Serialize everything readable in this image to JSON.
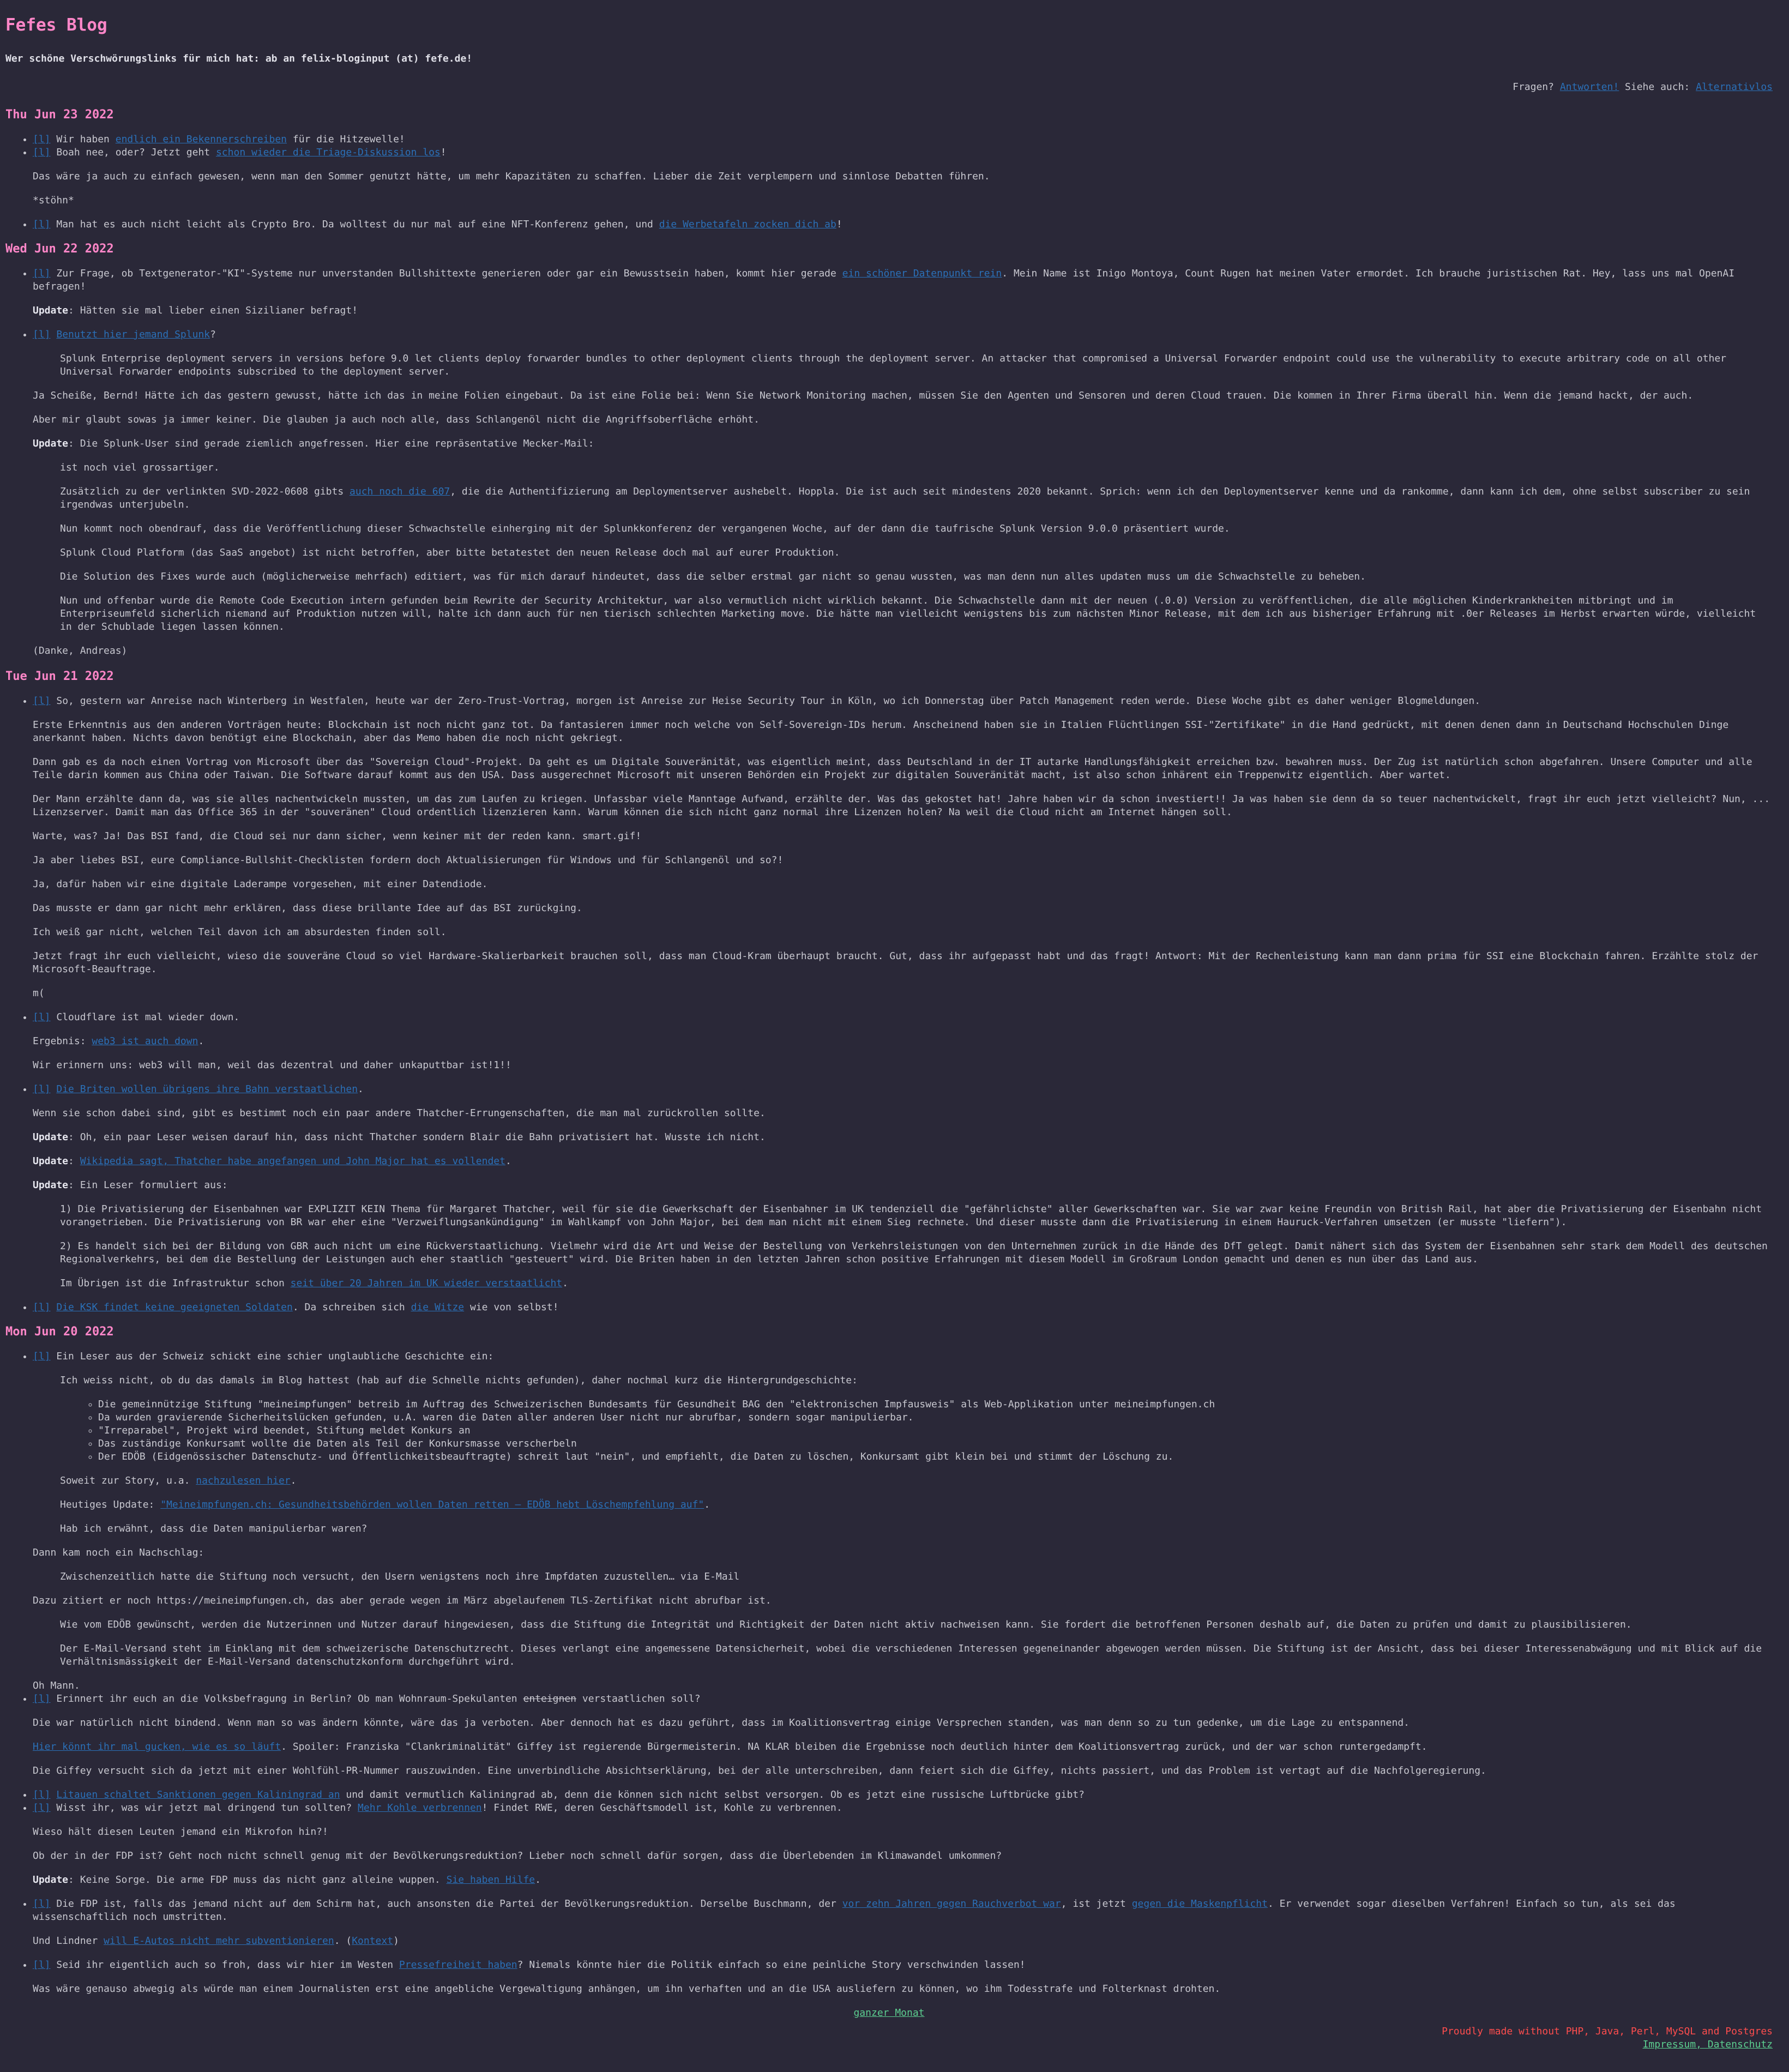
{
  "header": {
    "title": "Fefes Blog",
    "tagline": "Wer schöne Verschwörungslinks für mich hat: ab an felix-bloginput (at) fefe.de!",
    "questions": "Fragen?",
    "answers_link": "Antworten!",
    "see_also": "Siehe auch:",
    "alternatives_link": "Alternativlos"
  },
  "perma": "[l]",
  "d1": {
    "date": "Thu Jun 23 2022",
    "p1_a": "Wir haben ",
    "p1_link": "endlich ein Bekennerschreiben",
    "p1_b": " für die Hitzewelle!",
    "p2_a": "Boah nee, oder? Jetzt geht ",
    "p2_link": "schon wieder die Triage-Diskussion los",
    "p2_b": "!",
    "p2_para1": "Das wäre ja auch zu einfach gewesen, wenn man den Sommer genutzt hätte, um mehr Kapazitäten zu schaffen. Lieber die Zeit verplempern und sinnlose Debatten führen.",
    "p2_para2": "*stöhn*",
    "p3_a": "Man hat es auch nicht leicht als Crypto Bro. Da wolltest du nur mal auf eine NFT-Konferenz gehen, und ",
    "p3_link": "die Werbetafeln zocken dich ab",
    "p3_b": "!"
  },
  "d2": {
    "date": "Wed Jun 22 2022",
    "p1_a": "Zur Frage, ob Textgenerator-\"KI\"-Systeme nur unverstanden Bullshittexte generieren oder gar ein Bewusstsein haben, kommt hier gerade ",
    "p1_link": "ein schöner Datenpunkt rein",
    "p1_b": ". Mein Name ist Inigo Montoya, Count Rugen hat meinen Vater ermordet. Ich brauche juristischen Rat. Hey, lass uns mal OpenAI befragen!",
    "update_label": "Update",
    "p1_update": ": Hätten sie mal lieber einen Sizilianer befragt!",
    "p2_link": "Benutzt hier jemand Splunk",
    "p2_b": "?",
    "p2_quote": "Splunk Enterprise deployment servers in versions before 9.0 let clients deploy forwarder bundles to other deployment clients through the deployment server. An attacker that compromised a Universal Forwarder endpoint could use the vulnerability to execute arbitrary code on all other Universal Forwarder endpoints subscribed to the deployment server.",
    "p2_para1": "Ja Scheiße, Bernd! Hätte ich das gestern gewusst, hätte ich das in meine Folien eingebaut. Da ist eine Folie bei: Wenn Sie Network Monitoring machen, müssen Sie den Agenten und Sensoren und deren Cloud trauen. Die kommen in Ihrer Firma überall hin. Wenn die jemand hackt, der auch.",
    "p2_para2": "Aber mir glaubt sowas ja immer keiner. Die glauben ja auch noch alle, dass Schlangenöl nicht die Angriffsoberfläche erhöht.",
    "p2_update": ": Die Splunk-User sind gerade ziemlich angefressen. Hier eine repräsentative Mecker-Mail:",
    "mail1": "ist noch viel grossartiger.",
    "mail2_a": "Zusätzlich zu der verlinkten SVD-2022-0608 gibts ",
    "mail2_link": "auch noch die 607",
    "mail2_b": ", die die Authentifizierung am Deploymentserver aushebelt. Hoppla. Die ist auch seit mindestens 2020 bekannt. Sprich: wenn ich den Deploymentserver kenne und da rankomme, dann kann ich dem, ohne selbst subscriber zu sein irgendwas unterjubeln.",
    "mail3": "Nun kommt noch obendrauf, dass die Veröffentlichung dieser Schwachstelle einherging mit der Splunkkonferenz der vergangenen Woche, auf der dann die taufrische Splunk Version 9.0.0 präsentiert wurde.",
    "mail4": "Splunk Cloud Platform (das SaaS angebot) ist nicht betroffen, aber bitte betatestet den neuen Release doch mal auf eurer Produktion.",
    "mail5": "Die Solution des Fixes wurde auch (möglicherweise mehrfach) editiert, was für mich darauf hindeutet, dass die selber erstmal gar nicht so genau wussten, was man denn nun alles updaten muss um die Schwachstelle zu beheben.",
    "mail6": "Nun und offenbar wurde die Remote Code Execution intern gefunden beim Rewrite der Security Architektur, war also vermutlich nicht wirklich bekannt. Die Schwachstelle dann mit der neuen (.0.0) Version zu veröffentlichen, die alle möglichen Kinderkrankheiten mitbringt und im Enterpriseumfeld sicherlich niemand auf Produktion nutzen will, halte ich dann auch für nen tierisch schlechten Marketing move. Die hätte man vielleicht wenigstens bis zum nächsten Minor Release, mit dem ich aus bisheriger Erfahrung mit .0er Releases im Herbst erwarten würde, vielleicht in der Schublade liegen lassen können.",
    "thanks": "(Danke, Andreas)"
  },
  "d3": {
    "date": "Tue Jun 21 2022",
    "p1_a": "So, gestern war Anreise nach Winterberg in Westfalen, heute war der Zero-Trust-Vortrag, morgen ist Anreise zur Heise Security Tour in Köln, wo ich Donnerstag über Patch Management reden werde. Diese Woche gibt es daher weniger Blogmeldungen.",
    "p1_para1": "Erste Erkenntnis aus den anderen Vorträgen heute: Blockchain ist noch nicht ganz tot. Da fantasieren immer noch welche von Self-Sovereign-IDs herum. Anscheinend haben sie in Italien Flüchtlingen SSI-\"Zertifikate\" in die Hand gedrückt, mit denen denen dann in Deutschand Hochschulen Dinge anerkannt haben. Nichts davon benötigt eine Blockchain, aber das Memo haben die noch nicht gekriegt.",
    "p1_para2": "Dann gab es da noch einen Vortrag von Microsoft über das \"Sovereign Cloud\"-Projekt. Da geht es um Digitale Souveränität, was eigentlich meint, dass Deutschland in der IT autarke Handlungsfähigkeit erreichen bzw. bewahren muss. Der Zug ist natürlich schon abgefahren. Unsere Computer und alle Teile darin kommen aus China oder Taiwan. Die Software darauf kommt aus den USA. Dass ausgerechnet Microsoft mit unseren Behörden ein Projekt zur digitalen Souveränität macht, ist also schon inhärent ein Treppenwitz eigentlich. Aber wartet.",
    "p1_para3": "Der Mann erzählte dann da, was sie alles nachentwickeln mussten, um das zum Laufen zu kriegen. Unfassbar viele Manntage Aufwand, erzählte der. Was das gekostet hat! Jahre haben wir da schon investiert!! Ja was haben sie denn da so teuer nachentwickelt, fragt ihr euch jetzt vielleicht? Nun, ... Lizenzserver. Damit man das Office 365 in der \"souveränen\" Cloud ordentlich lizenzieren kann. Warum können die sich nicht ganz normal ihre Lizenzen holen? Na weil die Cloud nicht am Internet hängen soll.",
    "p1_para4": "Warte, was? Ja! Das BSI fand, die Cloud sei nur dann sicher, wenn keiner mit der reden kann. smart.gif!",
    "p1_para5": "Ja aber liebes BSI, eure Compliance-Bullshit-Checklisten fordern doch Aktualisierungen für Windows und für Schlangenöl und so?!",
    "p1_para6": "Ja, dafür haben wir eine digitale Laderampe vorgesehen, mit einer Datendiode.",
    "p1_para7": "Das musste er dann gar nicht mehr erklären, dass diese brillante Idee auf das BSI zurückging.",
    "p1_para8": "Ich weiß gar nicht, welchen Teil davon ich am absurdesten finden soll.",
    "p1_para9": "Jetzt fragt ihr euch vielleicht, wieso die souveräne Cloud so viel Hardware-Skalierbarkeit brauchen soll, dass man Cloud-Kram überhaupt braucht. Gut, dass ihr aufgepasst habt und das fragt! Antwort: Mit der Rechenleistung kann man dann prima für SSI eine Blockchain fahren. Erzählte stolz der Microsoft-Beauftrage.",
    "p1_para10": "m(",
    "p2_a": "Cloudflare ist mal wieder down.",
    "p2_para1_a": "Ergebnis: ",
    "p2_para1_link": "web3 ist auch down",
    "p2_para1_b": ".",
    "p2_para2": "Wir erinnern uns: web3 will man, weil das dezentral und daher unkaputtbar ist!1!!",
    "p3_link": "Die Briten wollen übrigens ihre Bahn verstaatlichen",
    "p3_b": ".",
    "p3_para1": "Wenn sie schon dabei sind, gibt es bestimmt noch ein paar andere Thatcher-Errungenschaften, die man mal zurückrollen sollte.",
    "p3_update1": ": Oh, ein paar Leser weisen darauf hin, dass nicht Thatcher sondern Blair die Bahn privatisiert hat. Wusste ich nicht.",
    "p3_update2_a": ": ",
    "p3_update2_link": "Wikipedia sagt, Thatcher habe angefangen und John Major hat es vollendet",
    "p3_update2_b": ".",
    "p3_update3": ": Ein Leser formuliert aus:",
    "p3_q1": "1) Die Privatisierung der Eisenbahnen war EXPLIZIT KEIN Thema für Margaret Thatcher, weil für sie die Gewerkschaft der Eisenbahner im UK tendenziell die \"gefährlichste\" aller Gewerkschaften war. Sie war zwar keine Freundin von British Rail, hat aber die Privatisierung der Eisenbahn nicht vorangetrieben. Die Privatisierung von BR war eher eine \"Verzweiflungsankündigung\" im Wahlkampf von John Major, bei dem man nicht mit einem Sieg rechnete. Und dieser musste dann die Privatisierung in einem Hauruck-Verfahren umsetzen (er musste \"liefern\").",
    "p3_q2": "2) Es handelt sich bei der Bildung von GBR auch nicht um eine Rückverstaatlichung. Vielmehr wird die Art und Weise der Bestellung von Verkehrsleistungen von den Unternehmen zurück in die Hände des DfT gelegt. Damit nähert sich das System der Eisenbahnen sehr stark dem Modell des deutschen Regionalverkehrs, bei dem die Bestellung der Leistungen auch eher staatlich \"gesteuert\" wird. Die Briten haben in den letzten Jahren schon positive Erfahrungen mit diesem Modell im Großraum London gemacht und denen es nun über das Land aus.",
    "p3_q3_a": "Im Übrigen ist die Infrastruktur schon ",
    "p3_q3_link": "seit über 20 Jahren im UK wieder verstaatlicht",
    "p3_q3_b": ".",
    "p4_link1": "Die KSK findet keine geeigneten Soldaten",
    "p4_a": ". Da schreiben sich ",
    "p4_link2": "die Witze",
    "p4_b": " wie von selbst!"
  },
  "d4": {
    "date": "Mon Jun 20 2022",
    "p1_a": "Ein Leser aus der Schweiz schickt eine schier unglaubliche Geschichte ein:",
    "q_intro": "Ich weiss nicht, ob du das damals im Blog hattest (hab auf die Schnelle nichts gefunden), daher nochmal kurz die Hintergrundgeschichte:",
    "q_list": [
      "Die gemeinnützige Stiftung \"meineimpfungen\" betreib im Auftrag des Schweizerischen Bundesamts für Gesundheit BAG den \"elektronischen Impfausweis\" als Web-Applikation unter meineimpfungen.ch",
      "Da wurden gravierende Sicherheitslücken gefunden, u.A. waren die Daten aller anderen User nicht nur abrufbar, sondern sogar manipulierbar.",
      "\"Irreparabel\", Projekt wird beendet, Stiftung meldet Konkurs an",
      "Das zuständige Konkursamt wollte die Daten als Teil der Konkursmasse verscherbeln",
      "Der EDÖB (Eidgenössischer Datenschutz- und Öffentlichkeitsbeauftragte) schreit laut \"nein\", und empfiehlt, die Daten zu löschen, Konkursamt gibt klein bei und stimmt der Löschung zu."
    ],
    "q_story_a": "Soweit zur Story, u.a. ",
    "q_story_link": "nachzulesen hier",
    "q_story_b": ".",
    "q_today_a": "Heutiges Update: ",
    "q_today_link": "\"Meineimpfungen.ch: Gesundheitsbehörden wollen Daten retten – EDÖB hebt Löschempfehlung auf\"",
    "q_today_b": ".",
    "q_mention": "Hab ich erwähnt, dass die Daten manipulierbar waren?",
    "after1": "Dann kam noch ein Nachschlag:",
    "q2": "Zwischenzeitlich hatte die Stiftung noch versucht, den Usern wenigstens noch ihre Impfdaten zuzustellen… via E-Mail",
    "after2": "Dazu zitiert er noch https://meineimpfungen.ch, das aber gerade wegen im März abgelaufenem TLS-Zertifikat nicht abrufbar ist.",
    "q3": "Wie vom EDÖB gewünscht, werden die Nutzerinnen und Nutzer darauf hingewiesen, dass die Stiftung die Integrität und Richtigkeit der Daten nicht aktiv nachweisen kann. Sie fordert die betroffenen Personen deshalb auf, die Daten zu prüfen und damit zu plausibilisieren.",
    "q4": "Der E-Mail-Versand steht im Einklang mit dem schweizerische Datenschutzrecht. Dieses verlangt eine angemessene Datensicherheit, wobei die verschiedenen Interessen gegeneinander abgewogen werden müssen. Die Stiftung ist der Ansicht, dass bei dieser Interessenabwägung und mit Blick auf die Verhältnismässigkeit der E-Mail-Versand datenschutzkonform durchgeführt wird.",
    "ohmann": "Oh Mann.",
    "p2_a": "Erinnert ihr euch an die Volksbefragung in Berlin? Ob man Wohnraum-Spekulanten ",
    "p2_strike": "enteignen",
    "p2_b": " verstaatlichen soll?",
    "p2_para1": "Die war natürlich nicht bindend. Wenn man so was ändern könnte, wäre das ja verboten. Aber dennoch hat es dazu geführt, dass im Koalitionsvertrag einige Versprechen standen, was man denn so zu tun gedenke, um die Lage zu entspannend.",
    "p2_para2_link": "Hier könnt ihr mal gucken, wie es so läuft",
    "p2_para2_b": ". Spoiler: Franziska \"Clankriminalität\" Giffey ist regierende Bürgermeisterin. NA KLAR bleiben die Ergebnisse noch deutlich hinter dem Koalitionsvertrag zurück, und der war schon runtergedampft.",
    "p2_para3": "Die Giffey versucht sich da jetzt mit einer Wohlfühl-PR-Nummer rauszuwinden. Eine unverbindliche Absichtserklärung, bei der alle unterschreiben, dann feiert sich die Giffey, nichts passiert, und das Problem ist vertagt auf die Nachfolgeregierung.",
    "p3_link": "Litauen schaltet Sanktionen gegen Kaliningrad an",
    "p3_b": " und damit vermutlich Kaliningrad ab, denn die können sich nicht selbst versorgen. Ob es jetzt eine russische Luftbrücke gibt?",
    "p4_a": "Wisst ihr, was wir jetzt mal dringend tun sollten? ",
    "p4_link": "Mehr Kohle verbrennen",
    "p4_b": "! Findet RWE, deren Geschäftsmodell ist, Kohle zu verbrennen.",
    "p4_para1": "Wieso hält diesen Leuten jemand ein Mikrofon hin?!",
    "p4_para2": "Ob der in der FDP ist? Geht noch nicht schnell genug mit der Bevölkerungsreduktion? Lieber noch schnell dafür sorgen, dass die Überlebenden im Klimawandel umkommen?",
    "p4_update_a": ": Keine Sorge. Die arme FDP muss das nicht ganz alleine wuppen. ",
    "p4_update_link": "Sie haben Hilfe",
    "p4_update_b": ".",
    "p5_a": "Die FDP ist, falls das jemand nicht auf dem Schirm hat, auch ansonsten die Partei der Bevölkerungsreduktion. Derselbe Buschmann, der ",
    "p5_link1": "vor zehn Jahren gegen Rauchverbot war",
    "p5_b": ", ist jetzt ",
    "p5_link2": "gegen die Maskenpflicht",
    "p5_c": ". Er verwendet sogar dieselben Verfahren! Einfach so tun, als sei das wissenschaftlich noch umstritten.",
    "p5_para_a": "Und Lindner ",
    "p5_para_link1": "will E-Autos nicht mehr subventionieren",
    "p5_para_b": ". (",
    "p5_para_link2": "Kontext",
    "p5_para_c": ")",
    "p6_a": "Seid ihr eigentlich auch so froh, dass wir hier im Westen ",
    "p6_link": "Pressefreiheit haben",
    "p6_b": "? Niemals könnte hier die Politik einfach so eine peinliche Story verschwinden lassen!",
    "p6_para": "Was wäre genauso abwegig als würde man einem Journalisten erst eine angebliche Vergewaltigung anhängen, um ihn verhaften und an die USA ausliefern zu können, wo ihm Todesstrafe und Folterknast drohten."
  },
  "footer": {
    "month_link": "ganzer Monat",
    "proud": "Proudly made without PHP, Java, Perl, MySQL and Postgres",
    "imprint_link": "Impressum, Datenschutz"
  }
}
